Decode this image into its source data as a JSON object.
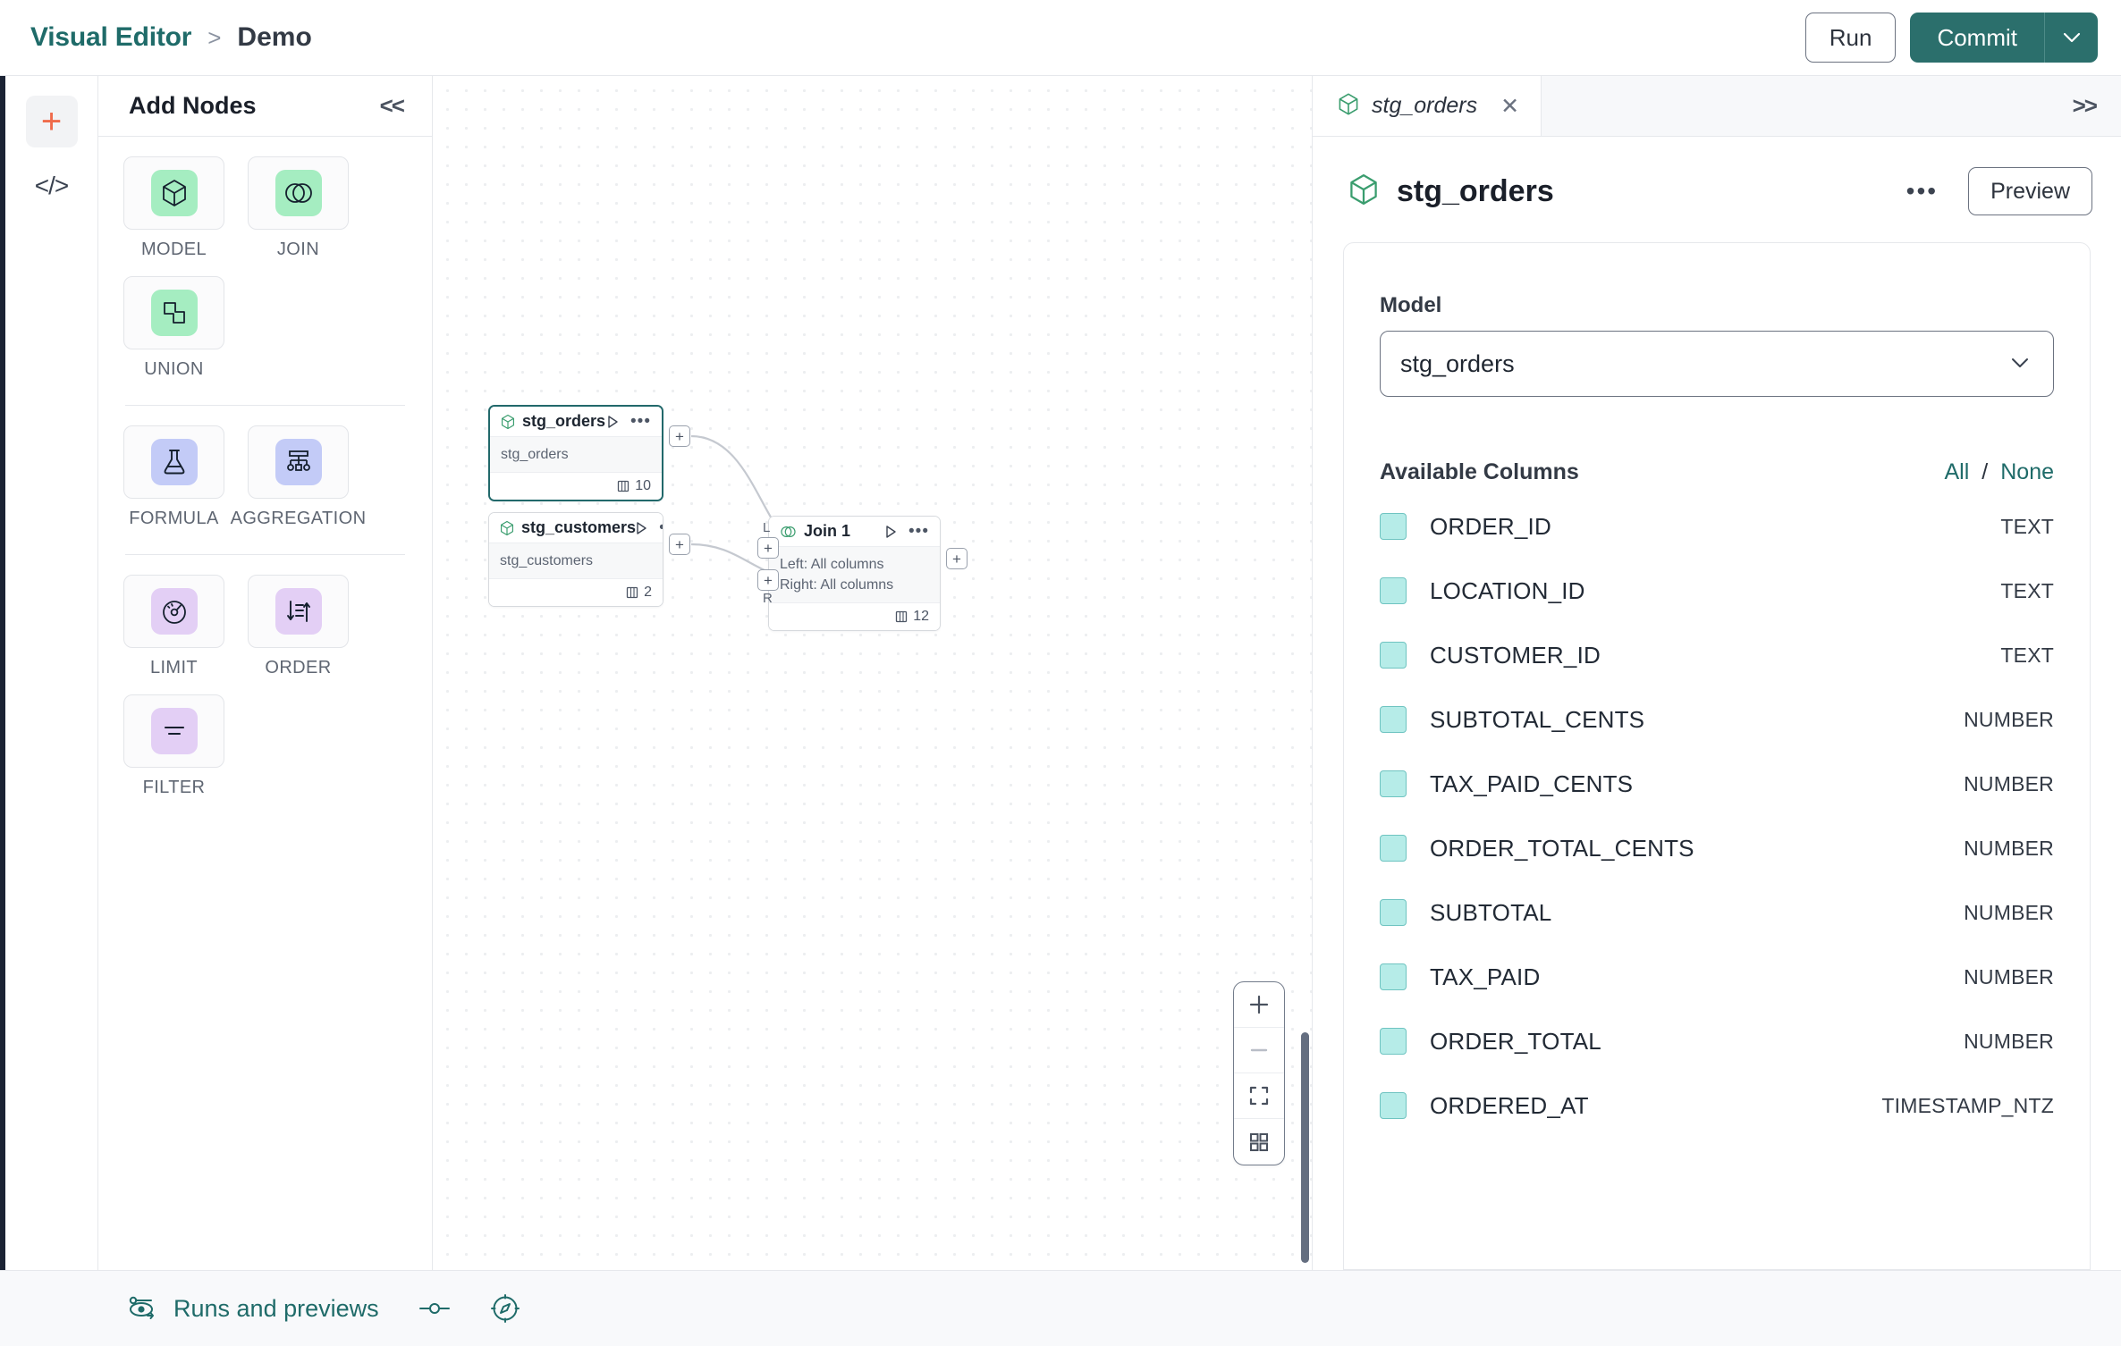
{
  "header": {
    "breadcrumb_root": "Visual Editor",
    "breadcrumb_sep": ">",
    "breadcrumb_leaf": "Demo",
    "run_label": "Run",
    "commit_label": "Commit",
    "accent_teal": "#2b6f6c",
    "accent_orange": "#ef6b4b"
  },
  "left_rail": {
    "add_icon": "plus-icon",
    "code_icon": "code-icon",
    "code_glyph": "</>"
  },
  "nodes_panel": {
    "title": "Add Nodes",
    "collapse_glyph": "<<",
    "groups": [
      {
        "items": [
          {
            "label": "MODEL",
            "icon": "cube-icon",
            "chip": "chip-green"
          },
          {
            "label": "JOIN",
            "icon": "venn-icon",
            "chip": "chip-green"
          },
          {
            "label": "UNION",
            "icon": "union-shapes-icon",
            "chip": "chip-green"
          }
        ]
      },
      {
        "items": [
          {
            "label": "FORMULA",
            "icon": "flask-icon",
            "chip": "chip-blue"
          },
          {
            "label": "AGGREGATION",
            "icon": "hierarchy-icon",
            "chip": "chip-blue"
          }
        ]
      },
      {
        "items": [
          {
            "label": "LIMIT",
            "icon": "gauge-icon",
            "chip": "chip-purple"
          },
          {
            "label": "ORDER",
            "icon": "sort-icon",
            "chip": "chip-purple"
          },
          {
            "label": "FILTER",
            "icon": "filter-icon",
            "chip": "chip-purple"
          }
        ]
      }
    ]
  },
  "canvas": {
    "nodes": [
      {
        "id": "stg_orders",
        "title": "stg_orders",
        "icon": "cube-icon",
        "body_line1": "stg_orders",
        "body_line2": "",
        "column_count": "10",
        "selected": true
      },
      {
        "id": "stg_customers",
        "title": "stg_customers",
        "icon": "cube-icon",
        "body_line1": "stg_customers",
        "body_line2": "",
        "column_count": "2",
        "selected": false
      },
      {
        "id": "join_1",
        "title": "Join 1",
        "icon": "venn-icon",
        "body_line1": "Left: All columns",
        "body_line2": "Right: All columns",
        "column_count": "12",
        "selected": false
      }
    ],
    "port_glyph": "+",
    "port_left_tag": "L",
    "port_right_tag": "R",
    "zoom_controls": [
      {
        "name": "zoom-in-button",
        "glyph": "+"
      },
      {
        "name": "zoom-out-button",
        "glyph": "−"
      },
      {
        "name": "fit-view-button",
        "glyph": "fit-icon"
      },
      {
        "name": "layout-button",
        "glyph": "grid-icon"
      }
    ]
  },
  "right_panel": {
    "tab_label": "stg_orders",
    "tab_icon": "cube-icon",
    "tab_close": "✕",
    "expand_glyph": ">>",
    "panel_title": "stg_orders",
    "more_glyph": "•••",
    "preview_label": "Preview",
    "model_field_label": "Model",
    "model_value": "stg_orders",
    "columns_title": "Available Columns",
    "select_all_label": "All",
    "select_divider": "/",
    "select_none_label": "None",
    "columns": [
      {
        "name": "ORDER_ID",
        "type": "TEXT",
        "checked": true
      },
      {
        "name": "LOCATION_ID",
        "type": "TEXT",
        "checked": true
      },
      {
        "name": "CUSTOMER_ID",
        "type": "TEXT",
        "checked": true
      },
      {
        "name": "SUBTOTAL_CENTS",
        "type": "NUMBER",
        "checked": true
      },
      {
        "name": "TAX_PAID_CENTS",
        "type": "NUMBER",
        "checked": true
      },
      {
        "name": "ORDER_TOTAL_CENTS",
        "type": "NUMBER",
        "checked": true
      },
      {
        "name": "SUBTOTAL",
        "type": "NUMBER",
        "checked": true
      },
      {
        "name": "TAX_PAID",
        "type": "NUMBER",
        "checked": true
      },
      {
        "name": "ORDER_TOTAL",
        "type": "NUMBER",
        "checked": true
      },
      {
        "name": "ORDERED_AT",
        "type": "TIMESTAMP_NTZ",
        "checked": true
      }
    ]
  },
  "bottom_bar": {
    "runs_label": "Runs and previews",
    "runs_icon": "runs-icon",
    "toggle_icon": "toggle-icon",
    "compass_icon": "compass-icon"
  }
}
